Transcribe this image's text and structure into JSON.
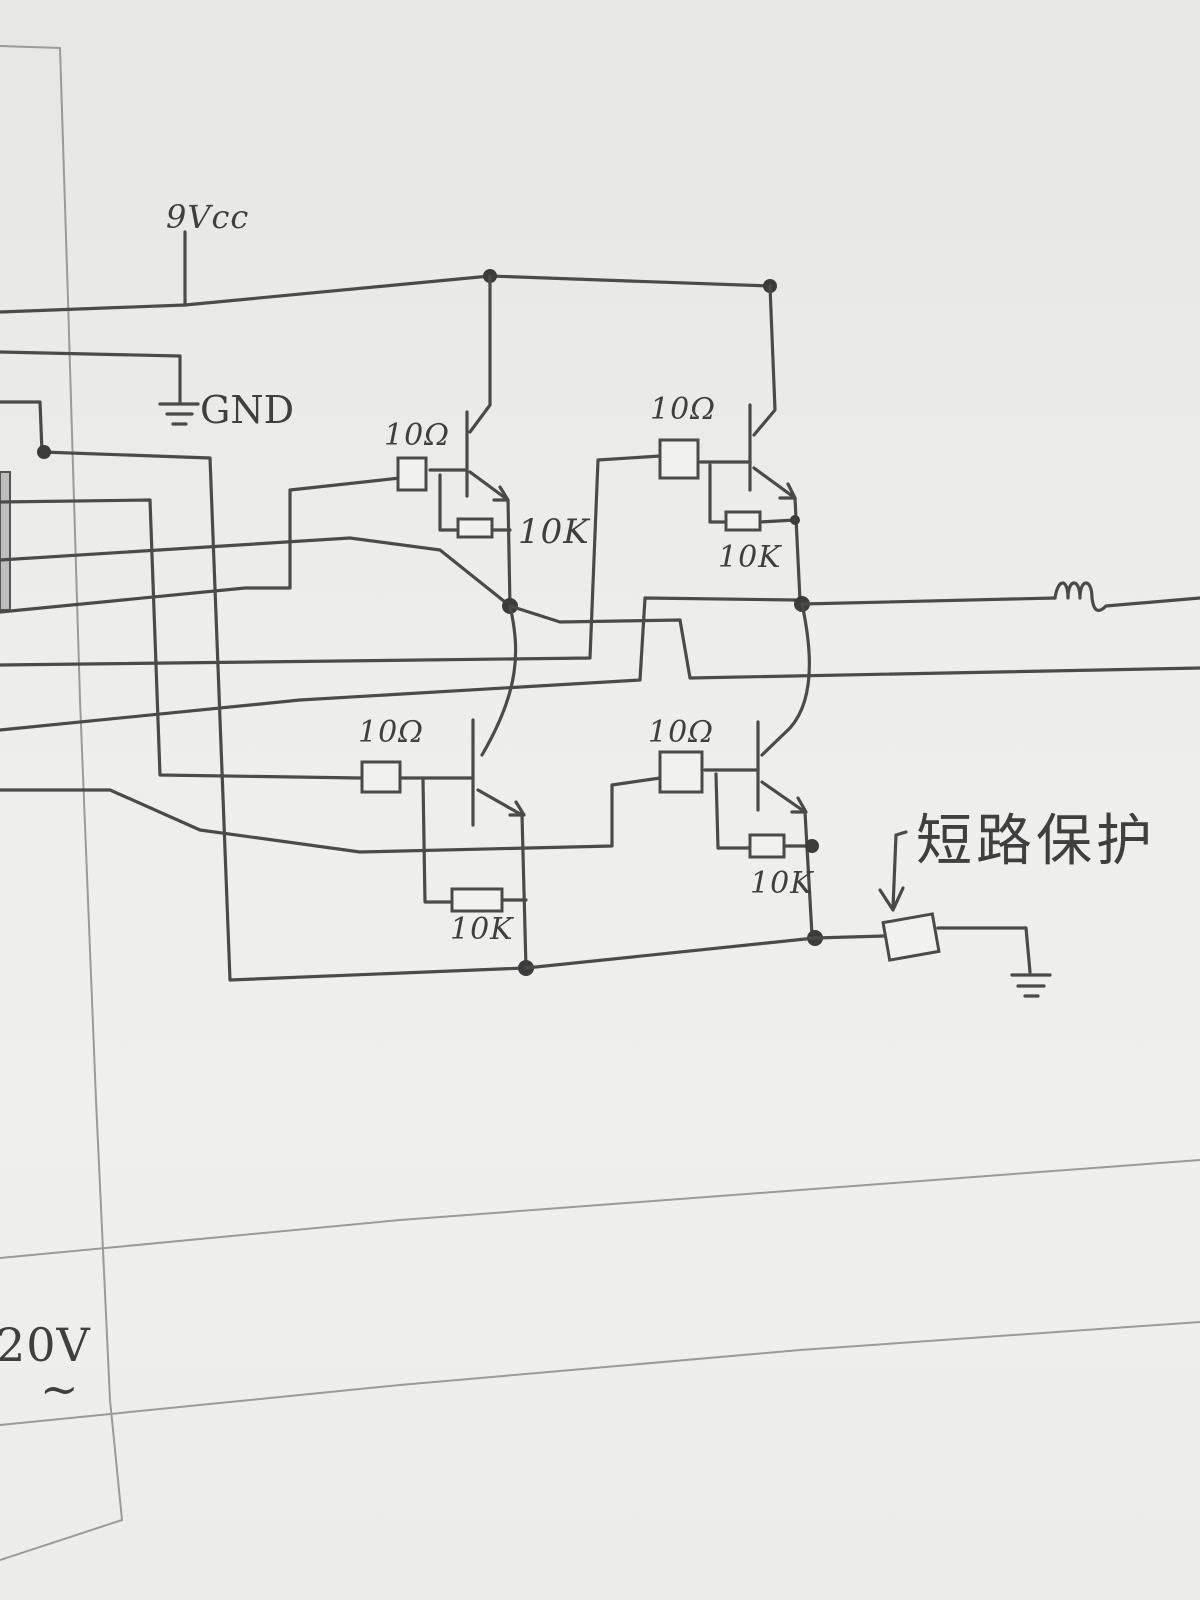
{
  "labels": {
    "vcc": "9Vcc",
    "gnd": "GND",
    "r_q1_base": "10Ω",
    "r_q1_be": "10K",
    "r_q2_base": "10Ω",
    "r_q2_be": "10K",
    "r_q3_base": "10Ω",
    "r_q3_be": "10K",
    "r_q4_base": "10Ω",
    "r_q4_be": "10K",
    "protection": "短路保护",
    "ac_supply": "20V",
    "ac_symbol": "~"
  },
  "colors": {
    "paper": "#ececea",
    "pencil": "#4a4a4a",
    "margin_line": "#9a9a9a"
  }
}
